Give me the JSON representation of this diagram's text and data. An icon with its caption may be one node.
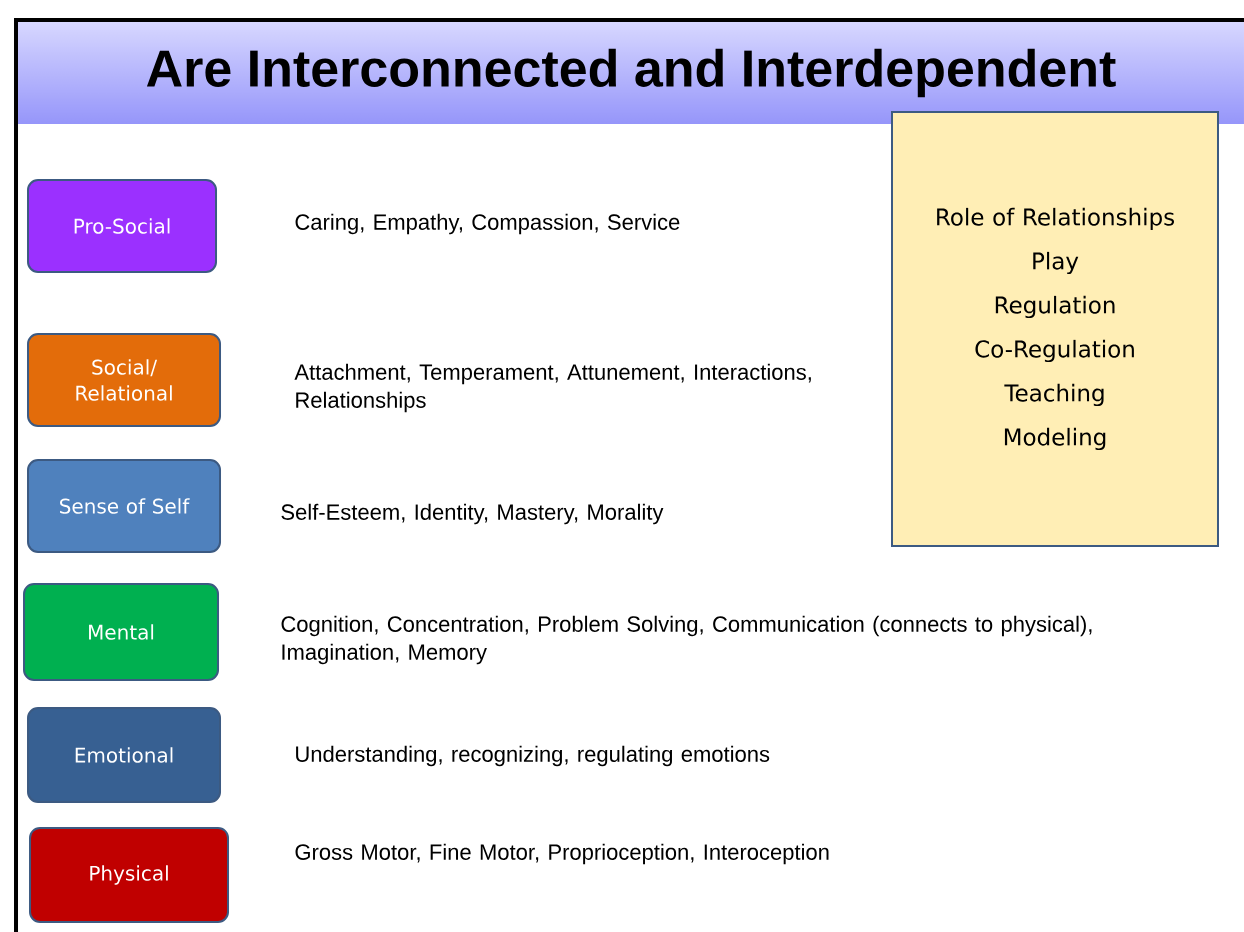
{
  "diagram": {
    "title": "Are Interconnected and Interdependent",
    "nodes": [
      {
        "text": [
          "Pro-Social"
        ],
        "beside": [
          "Caring, Empathy, Compassion, Service"
        ]
      },
      {
        "text": [
          "Social/ Relational"
        ],
        "beside": [
          "Attachment, Temperament, Attunement, Interactions, Relationships"
        ]
      },
      {
        "text": [
          "Sense of Self"
        ],
        "beside": [
          "Self-Esteem, Identity, Mastery, Morality"
        ]
      },
      {
        "text": [
          "Mental"
        ],
        "beside": [
          "Cognition, Concentration, Problem Solving, Communication (connects to physical), Imagination, Memory"
        ]
      },
      {
        "text": [
          "Emotional"
        ],
        "beside": [
          "Understanding, recognizing, regulating emotions"
        ]
      },
      {
        "text": [
          "Physical"
        ],
        "beside": [
          "Gross Motor, Fine Motor, Proprioception, Interoception"
        ]
      },
      {
        "text": [
          "Role of Relationships",
          "Play",
          "Regulation",
          "Co-Regulation",
          "Teaching",
          "Modeling"
        ]
      }
    ]
  }
}
